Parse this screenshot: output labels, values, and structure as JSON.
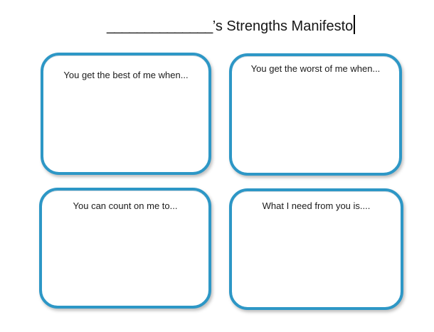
{
  "title": {
    "blank": "______________",
    "suffix": "’s Strengths Manifesto"
  },
  "boxes": [
    {
      "label": "You get the best of me when..."
    },
    {
      "label": "You get the worst of me when..."
    },
    {
      "label": "You can count on me to..."
    },
    {
      "label": "What I need from you is...."
    }
  ],
  "colors": {
    "box_border": "#2d97c6",
    "text": "#1a1a1a",
    "background": "#ffffff"
  }
}
